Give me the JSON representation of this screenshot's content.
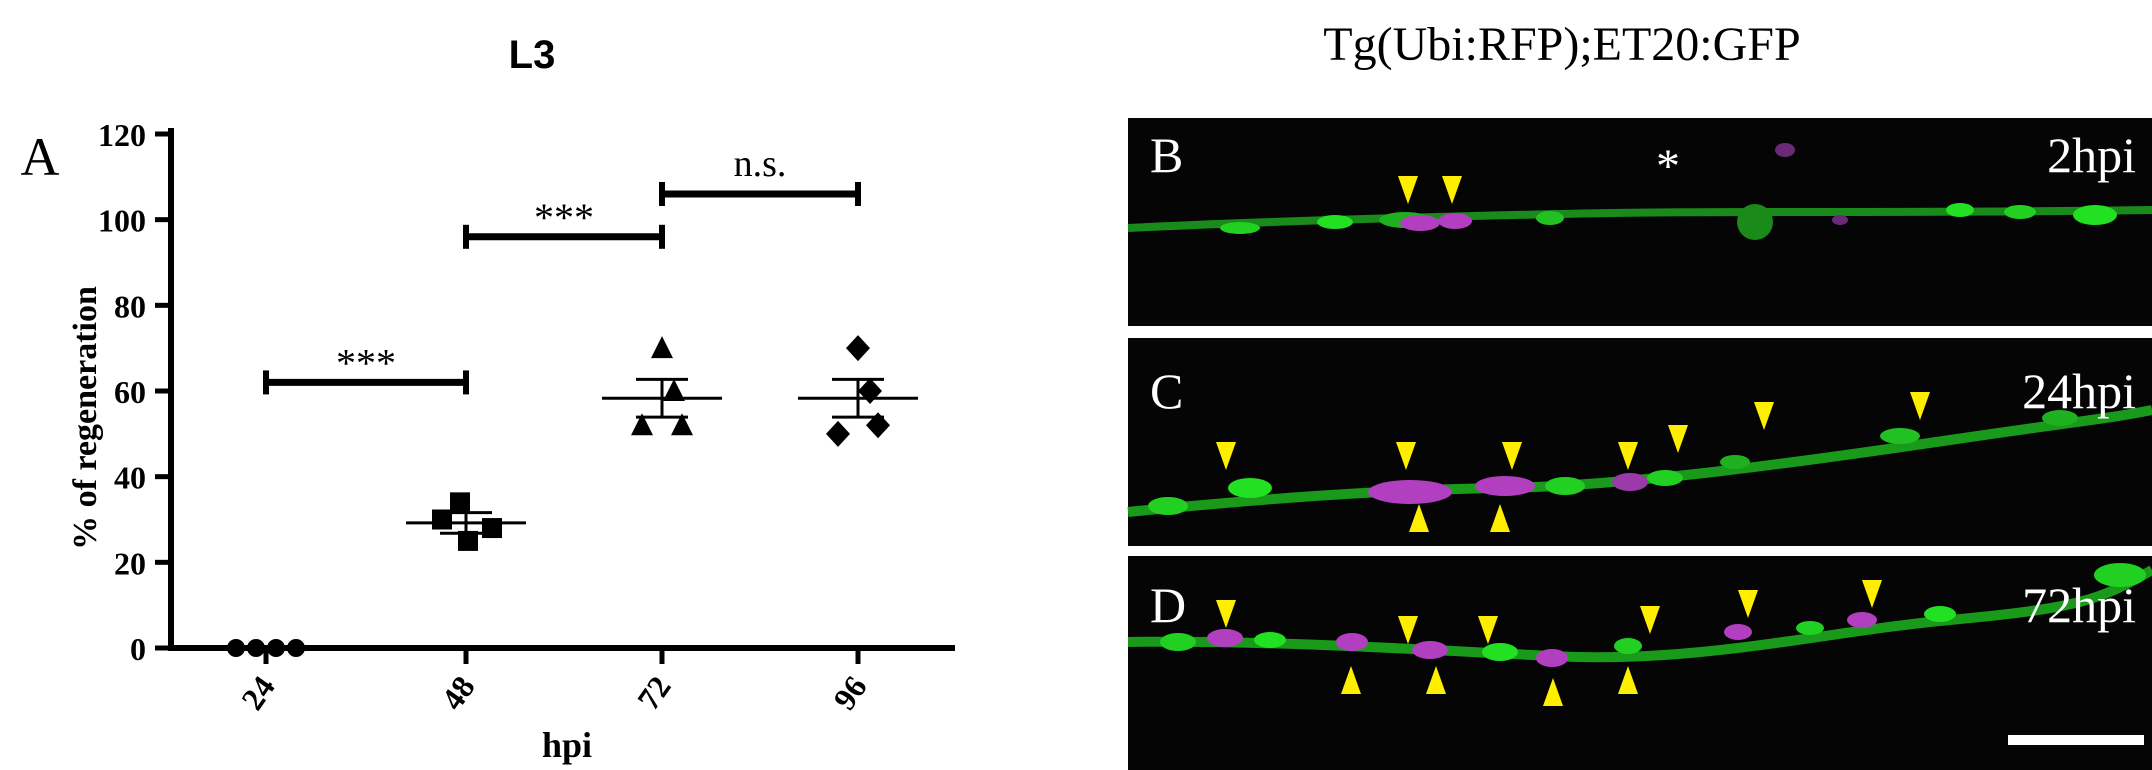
{
  "chart_data": {
    "type": "scatter",
    "panel_letter": "A",
    "title": "L3",
    "xlabel": "hpi",
    "ylabel": "% of regeneration",
    "categories": [
      "24",
      "48",
      "72",
      "96"
    ],
    "ylim": [
      0,
      120
    ],
    "yticks": [
      "0",
      "20",
      "40",
      "60",
      "80",
      "100",
      "120"
    ],
    "grid": false,
    "series": [
      {
        "category": "24",
        "marker": "circle",
        "points": [
          0,
          0,
          0,
          0
        ],
        "mean": 0,
        "sem": 0
      },
      {
        "category": "48",
        "marker": "square",
        "points": [
          34,
          30,
          25,
          28
        ],
        "mean": 29.2,
        "sem": 2.4
      },
      {
        "category": "72",
        "marker": "triangle",
        "points": [
          70,
          60,
          52,
          52
        ],
        "mean": 58.3,
        "sem": 4.4
      },
      {
        "category": "96",
        "marker": "diamond",
        "points": [
          70,
          60,
          50,
          52
        ],
        "mean": 58.3,
        "sem": 4.4
      }
    ],
    "significance": [
      {
        "from": "24",
        "to": "48",
        "level": 62,
        "label": "***"
      },
      {
        "from": "48",
        "to": "72",
        "level": 96,
        "label": "***"
      },
      {
        "from": "72",
        "to": "96",
        "level": 106,
        "label": "n.s."
      }
    ]
  },
  "micrographs": {
    "title": "Tg(Ubi:RFP);ET20:GFP",
    "panels": [
      {
        "letter": "B",
        "time": "2hpi",
        "asterisk": "*"
      },
      {
        "letter": "C",
        "time": "24hpi"
      },
      {
        "letter": "D",
        "time": "72hpi"
      }
    ],
    "colors": {
      "background": "#050505",
      "axon": "#22e022",
      "rfp": "#b13fbf",
      "arrowhead": "#ffee00",
      "label": "#ffffff"
    }
  }
}
